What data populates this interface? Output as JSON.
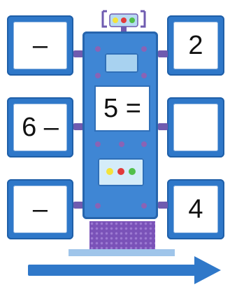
{
  "cells": {
    "left_top": "–",
    "left_middle": "6 –",
    "left_bottom": "–",
    "right_top": "2",
    "right_middle": "",
    "right_bottom": "4",
    "center_display": "5 ="
  },
  "colors": {
    "frame_blue": "#2f78c9",
    "robot_blue": "#3f86d4",
    "purple": "#7a52b8",
    "light_yellow": "#f3e33a",
    "light_red": "#e23a3a",
    "light_green": "#52c04a"
  },
  "icons": [
    "robot-machine",
    "arrow-right-icon"
  ]
}
